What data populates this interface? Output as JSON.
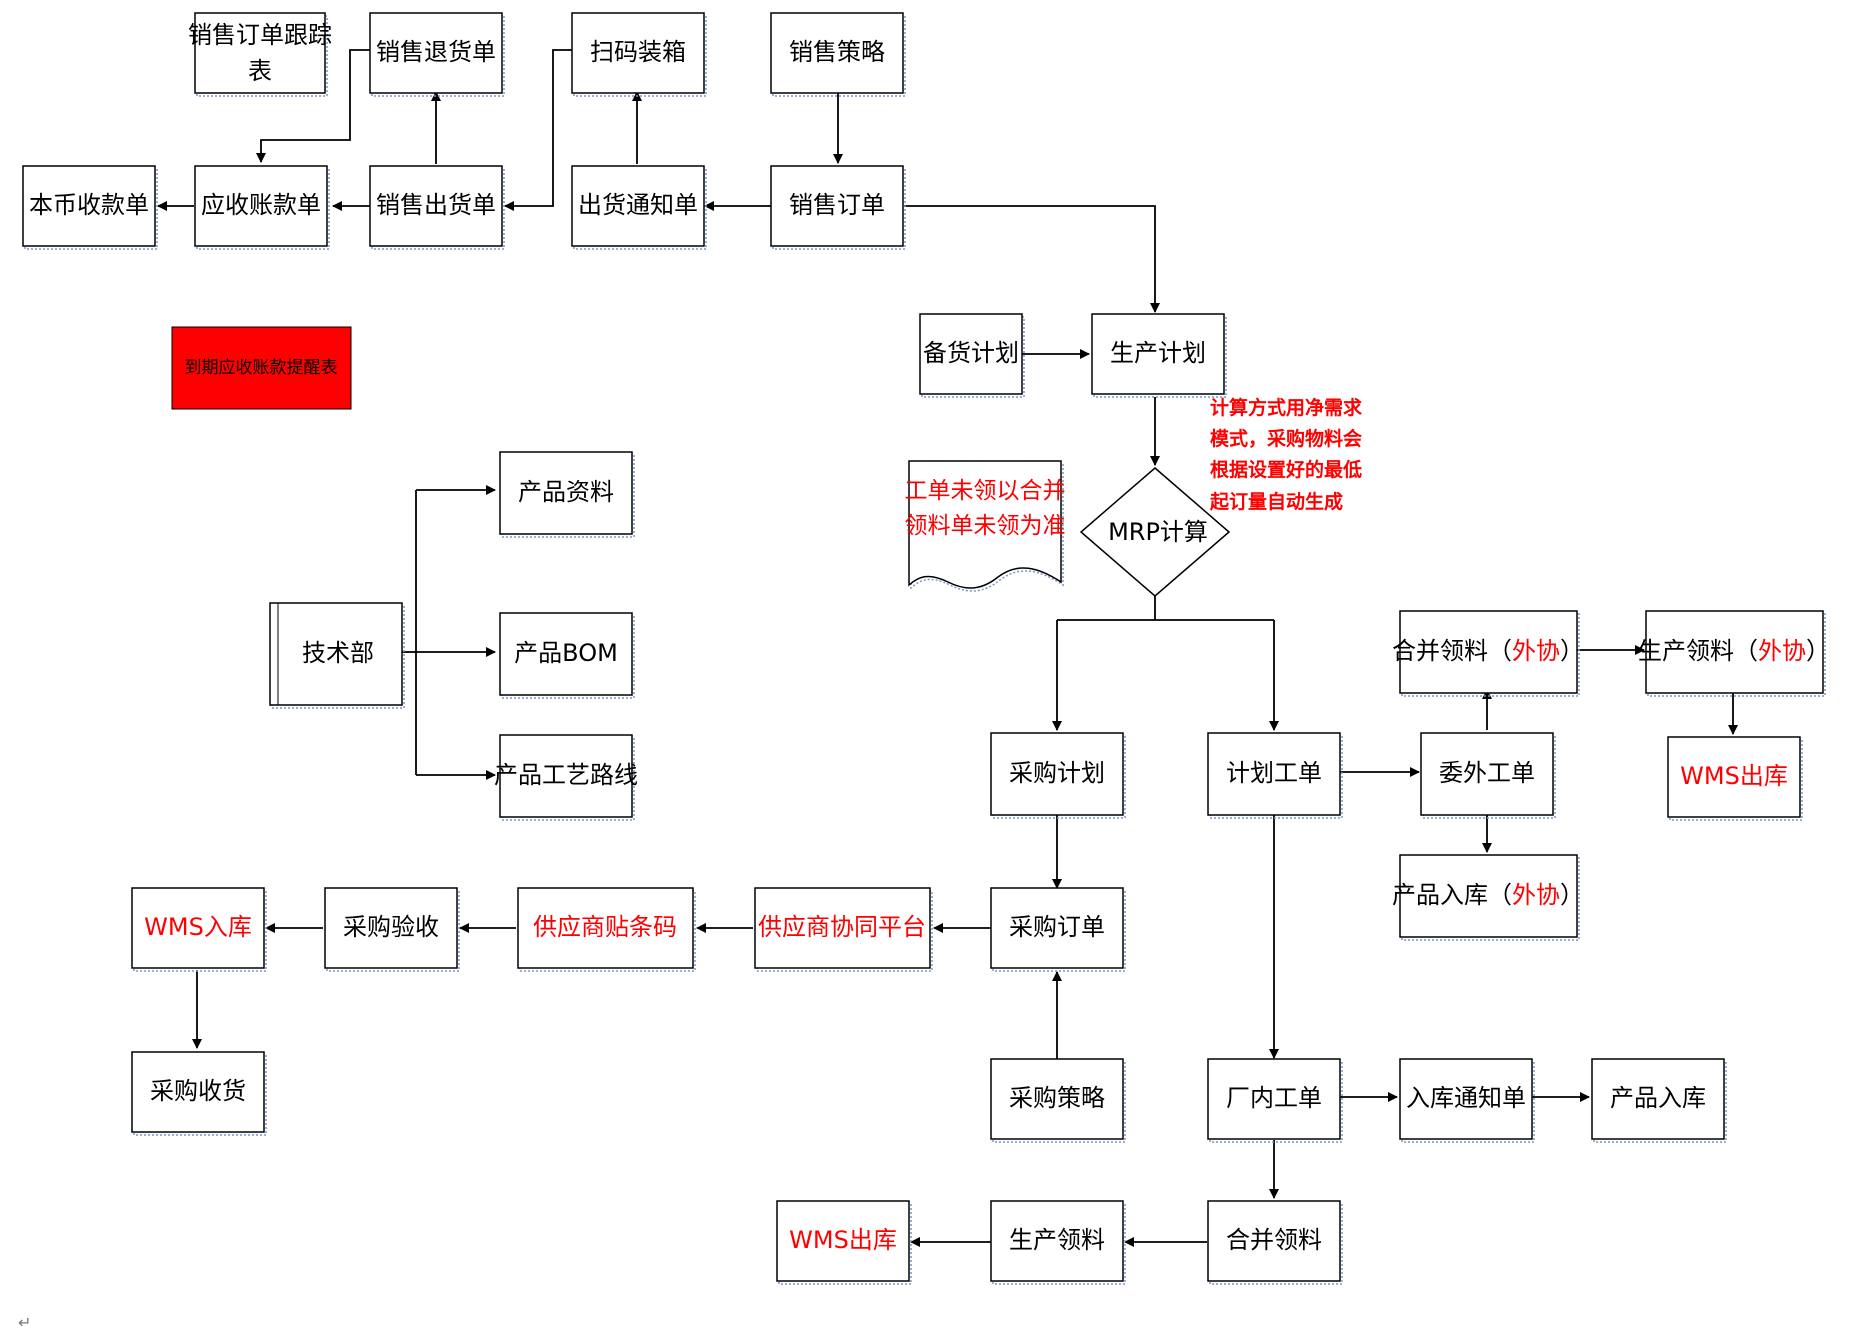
{
  "nodes": {
    "sales_tracking": "销售订单跟踪表",
    "sales_return": "销售退货单",
    "scan_box": "扫码装箱",
    "sales_strategy": "销售策略",
    "local_receipt": "本币收款单",
    "receivable": "应收账款单",
    "sales_out": "销售出货单",
    "ship_notice": "出货通知单",
    "sales_order": "销售订单",
    "due_reminder": "到期应收账款提醒表",
    "stock_plan": "备货计划",
    "prod_plan": "生产计划",
    "mrp": "MRP计算",
    "mrp_note": [
      "计算方式用净需求",
      "模式，采购物料会",
      "根据设置好的最低",
      "起订量自动生成"
    ],
    "doc_note": [
      "工单未领以合并",
      "领料单未领为准"
    ],
    "tech_dept": "技术部",
    "product_info": "产品资料",
    "product_bom": "产品BOM",
    "product_route": "产品工艺路线",
    "purchase_plan": "采购计划",
    "plan_wo": "计划工单",
    "merge_pick_out": [
      "合并领料（",
      "外协",
      "）"
    ],
    "prod_pick_out": [
      "生产领料（",
      "外协",
      "）"
    ],
    "subcontract_wo": "委外工单",
    "wms_out_1": "WMS出库",
    "prod_in_out": [
      "产品入库（",
      "外协",
      "）"
    ],
    "wms_in": "WMS入库",
    "purchase_check": "采购验收",
    "supplier_barcode": "供应商贴条码",
    "supplier_platform": "供应商协同平台",
    "purchase_order": "采购订单",
    "purchase_receive": "采购收货",
    "purchase_strategy": "采购策略",
    "factory_wo": "厂内工单",
    "in_notice": "入库通知单",
    "prod_in": "产品入库",
    "wms_out_2": "WMS出库",
    "prod_pick": "生产领料",
    "merge_pick": "合并领料",
    "return_mark": "↵"
  },
  "colors": {
    "accent_red": "#ff0000",
    "text": "#000000",
    "box_border": "#000000"
  }
}
